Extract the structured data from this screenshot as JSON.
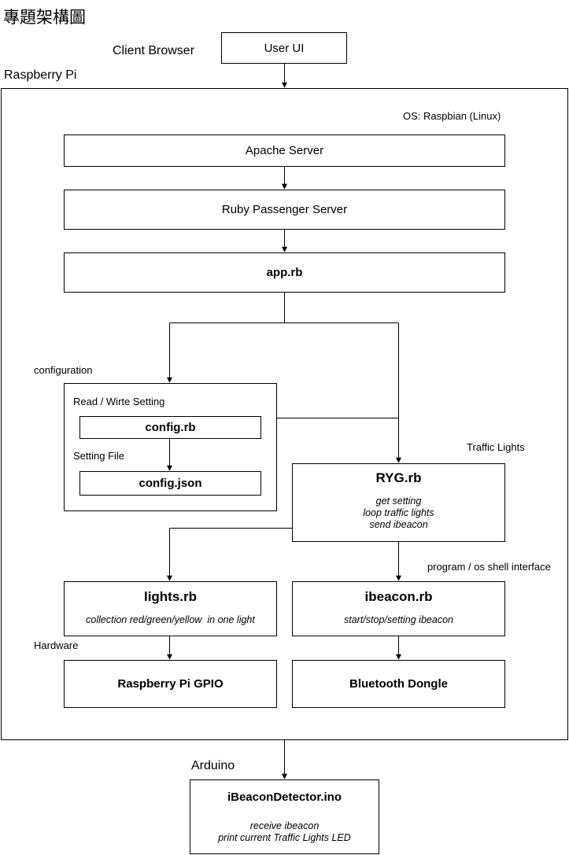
{
  "page_title": "專題架構圖",
  "labels": {
    "client_browser": "Client Browser",
    "raspberry_pi": "Raspberry Pi",
    "os": "OS: Raspbian (Linux)",
    "configuration": "configuration",
    "traffic_lights": "Traffic Lights",
    "program_interface": "program / os shell interface",
    "hardware": "Hardware",
    "arduino": "Arduino",
    "read_write_setting": "Read / Wirte Setting",
    "setting_file": "Setting File"
  },
  "boxes": {
    "user_ui": "User UI",
    "apache": "Apache Server",
    "passenger": "Ruby Passenger Server",
    "app": "app.rb",
    "config_rb": "config.rb",
    "config_json": "config.json",
    "ryg": {
      "title": "RYG.rb",
      "lines": [
        "get setting",
        "loop traffic lights",
        "send ibeacon"
      ]
    },
    "lights": {
      "title": "lights.rb",
      "desc": "collection red/green/yellow  in one light"
    },
    "ibeacon": {
      "title": "ibeacon.rb",
      "desc": "start/stop/setting ibeacon"
    },
    "gpio": "Raspberry Pi GPIO",
    "bluetooth": "Bluetooth Dongle",
    "detector": {
      "title": "iBeaconDetector.ino",
      "lines": [
        "receive ibeacon",
        "print current Traffic Lights LED"
      ]
    }
  }
}
